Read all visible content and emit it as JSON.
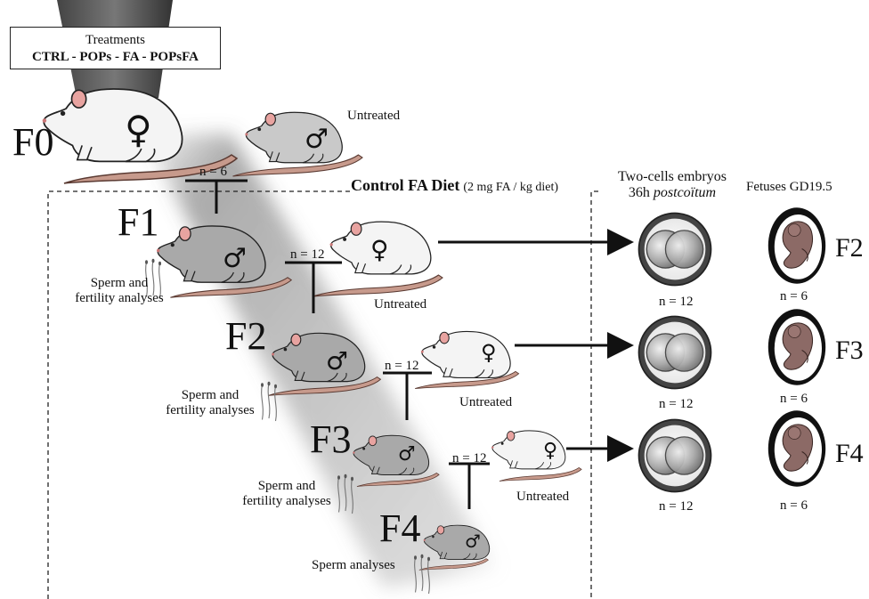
{
  "treatments": {
    "title": "Treatments",
    "groups": "CTRL - POPs - FA - POPsFA"
  },
  "generations": {
    "f0": "F0",
    "f1": "F1",
    "f2": "F2",
    "f3": "F3",
    "f4": "F4"
  },
  "sex_symbols": {
    "female": "♀",
    "male": "♂"
  },
  "untreated": "Untreated",
  "diet": {
    "name": "Control FA Diet",
    "note": "(2 mg FA / kg diet)"
  },
  "crosses": {
    "f0": "n = 6",
    "f1": "n = 12",
    "f2": "n = 12",
    "f3": "n = 12"
  },
  "analyses": {
    "sperm_fertility_1": "Sperm and",
    "sperm_fertility_2": "fertility analyses",
    "sperm_only": "Sperm analyses"
  },
  "embryos": {
    "title_line1": "Two-cells embryos",
    "title_line2_a": "36h ",
    "title_line2_b": "postcoïtum",
    "n": "n = 12"
  },
  "fetuses": {
    "title": "Fetuses GD19.5",
    "n": "n = 6",
    "rows": [
      "F2",
      "F3",
      "F4"
    ]
  },
  "colors": {
    "white_rat": "#f4f4f4",
    "grey_rat": "#c9c9c9",
    "tail": "#c79a8c",
    "ear": "#e8a3a0",
    "fetus": "#8c6a66",
    "shadow": "#8a8a8a"
  }
}
